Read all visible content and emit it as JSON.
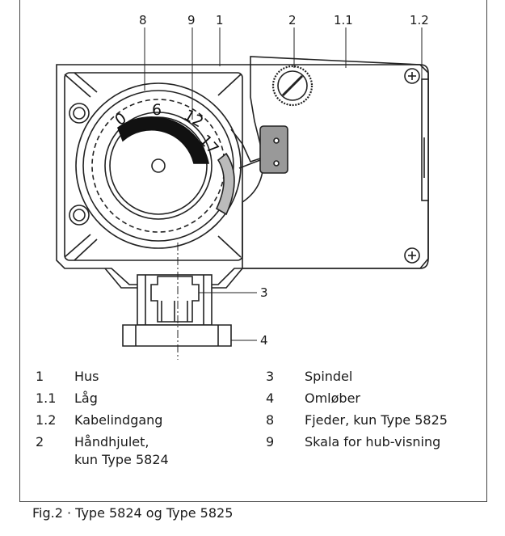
{
  "callouts": {
    "c8": "8",
    "c9": "9",
    "c1": "1",
    "c2": "2",
    "c11": "1.1",
    "c12": "1.2",
    "c3": "3",
    "c4": "4"
  },
  "scale": {
    "t0": "0",
    "t6": "6",
    "t12": "12",
    "t17": "17"
  },
  "legend_left": [
    {
      "key": "1",
      "text": "Hus"
    },
    {
      "key": "1.1",
      "text": "Låg"
    },
    {
      "key": "1.2",
      "text": "Kabelindgang"
    },
    {
      "key": "2",
      "text": "Håndhjulet,\nkun Type 5824"
    }
  ],
  "legend_right": [
    {
      "key": "3",
      "text": "Spindel"
    },
    {
      "key": "4",
      "text": "Omløber"
    },
    {
      "key": "8",
      "text": "Fjeder, kun Type 5825"
    },
    {
      "key": "9",
      "text": "Skala for hub-visning"
    }
  ],
  "caption": "Fig.2 · Type 5824 og Type 5825"
}
